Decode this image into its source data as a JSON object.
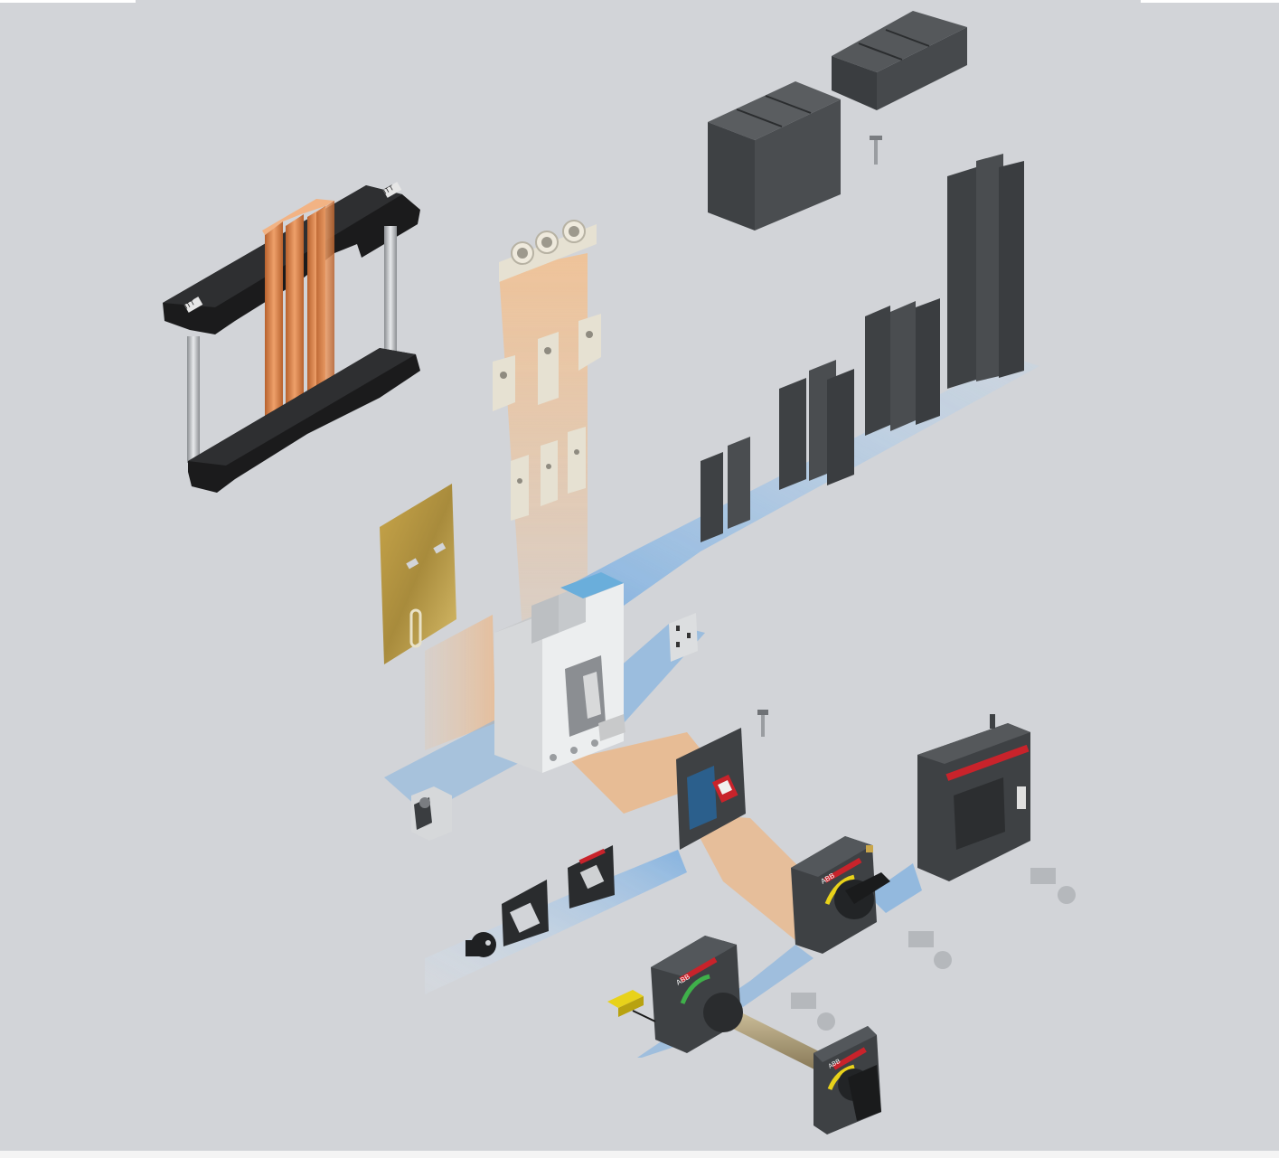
{
  "scene": {
    "subject": "exploded-view-circuit-breaker-accessories",
    "colors": {
      "background": "#d2d4d8",
      "copper": "#d8844a",
      "dark_plastic": "#3e4144",
      "black_plastic": "#1b1b1c",
      "ivory": "#e6e1d2",
      "metal": "#b5b8bc",
      "orange_beam": "#f0b27a",
      "blue_beam": "#7fb0e0",
      "brand_red": "#c8232b",
      "indicator_yellow": "#e8d21a",
      "indicator_green": "#3fb04a"
    },
    "labels": {
      "top_bracket_marking_left": "ITT",
      "top_bracket_marking_right": "ITT",
      "handle_brand_1": "ABB",
      "handle_brand_2": "ABB",
      "handle_brand_3": "ABB"
    }
  }
}
